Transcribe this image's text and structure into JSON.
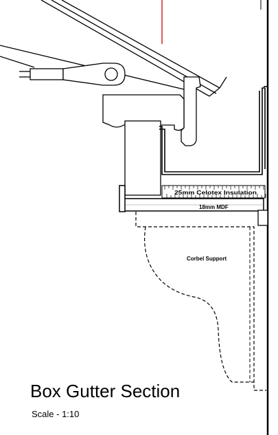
{
  "labels": {
    "insulation": "25mm Celotex Insulation",
    "mdf": "18mm MDF",
    "corbel": "Corbel Support"
  },
  "title": "Box Gutter Section",
  "scale": "Scale - 1:10",
  "colors": {
    "line": "#000000",
    "accent_line": "#cc0000",
    "background": "#ffffff"
  }
}
